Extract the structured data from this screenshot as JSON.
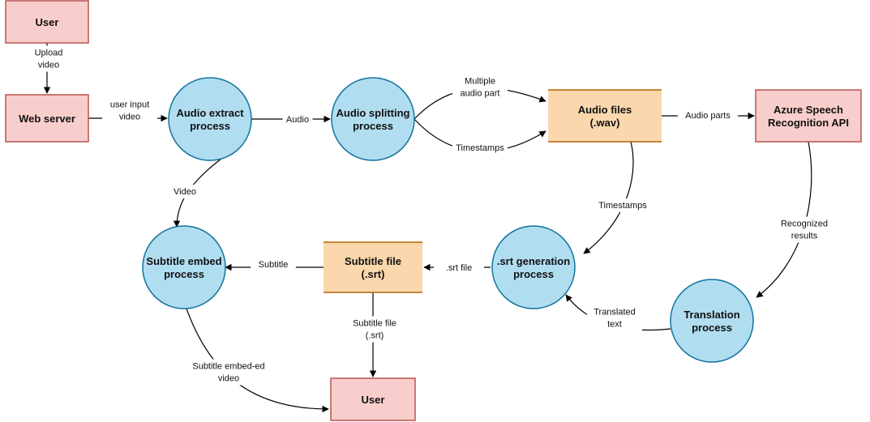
{
  "nodes": {
    "user_top": {
      "lines": [
        "User"
      ],
      "shape": "rect",
      "fill": "#f8cecc",
      "stroke": "#b85450"
    },
    "web_server": {
      "lines": [
        "Web server"
      ],
      "shape": "rect",
      "fill": "#f8cecc",
      "stroke": "#b85450"
    },
    "audio_extract": {
      "lines": [
        "Audio extract",
        "process"
      ],
      "shape": "circle",
      "fill": "#b1ddf0",
      "stroke": "#10739e"
    },
    "audio_splitting": {
      "lines": [
        "Audio splitting",
        "process"
      ],
      "shape": "circle",
      "fill": "#b1ddf0",
      "stroke": "#10739e"
    },
    "audio_files": {
      "lines": [
        "Audio files",
        "(.wav)"
      ],
      "shape": "store",
      "fill": "#fad7ac",
      "stroke": "#b46504"
    },
    "azure_api": {
      "lines": [
        "Azure Speech",
        "Recognition API"
      ],
      "shape": "rect",
      "fill": "#f8cecc",
      "stroke": "#b85450"
    },
    "subtitle_embed": {
      "lines": [
        "Subtitle embed",
        "process"
      ],
      "shape": "circle",
      "fill": "#b1ddf0",
      "stroke": "#10739e"
    },
    "subtitle_file": {
      "lines": [
        "Subtitle file",
        "(.srt)"
      ],
      "shape": "store",
      "fill": "#fad7ac",
      "stroke": "#b46504"
    },
    "srt_generation": {
      "lines": [
        ".srt generation",
        "process"
      ],
      "shape": "circle",
      "fill": "#b1ddf0",
      "stroke": "#10739e"
    },
    "translation": {
      "lines": [
        "Translation",
        "process"
      ],
      "shape": "circle",
      "fill": "#b1ddf0",
      "stroke": "#10739e"
    },
    "user_bottom": {
      "lines": [
        "User"
      ],
      "shape": "rect",
      "fill": "#f8cecc",
      "stroke": "#b85450"
    }
  },
  "edges": [
    {
      "from": "user_top",
      "to": "web_server",
      "label": [
        "Upload",
        "video"
      ]
    },
    {
      "from": "web_server",
      "to": "audio_extract",
      "label": [
        "user input",
        "video"
      ]
    },
    {
      "from": "audio_extract",
      "to": "audio_splitting",
      "label": [
        "Audio"
      ]
    },
    {
      "from": "audio_splitting",
      "to": "audio_files",
      "label": [
        "Multiple",
        "audio part"
      ]
    },
    {
      "from": "audio_splitting",
      "to": "audio_files",
      "label": [
        "Timestamps"
      ]
    },
    {
      "from": "audio_files",
      "to": "azure_api",
      "label": [
        "Audio parts"
      ]
    },
    {
      "from": "audio_extract",
      "to": "subtitle_embed",
      "label": [
        "Video"
      ]
    },
    {
      "from": "audio_files",
      "to": "srt_generation",
      "label": [
        "Timestamps"
      ]
    },
    {
      "from": "azure_api",
      "to": "translation",
      "label": [
        "Recognized",
        "results"
      ]
    },
    {
      "from": "translation",
      "to": "srt_generation",
      "label": [
        "Translated",
        "text"
      ]
    },
    {
      "from": "srt_generation",
      "to": "subtitle_file",
      "label": [
        ".srt file"
      ]
    },
    {
      "from": "subtitle_file",
      "to": "subtitle_embed",
      "label": [
        "Subtitle"
      ]
    },
    {
      "from": "subtitle_file",
      "to": "user_bottom",
      "label": [
        "Subtitle file",
        "(.srt)"
      ]
    },
    {
      "from": "subtitle_embed",
      "to": "user_bottom",
      "label": [
        "Subtitle embed-ed",
        "video"
      ]
    }
  ]
}
